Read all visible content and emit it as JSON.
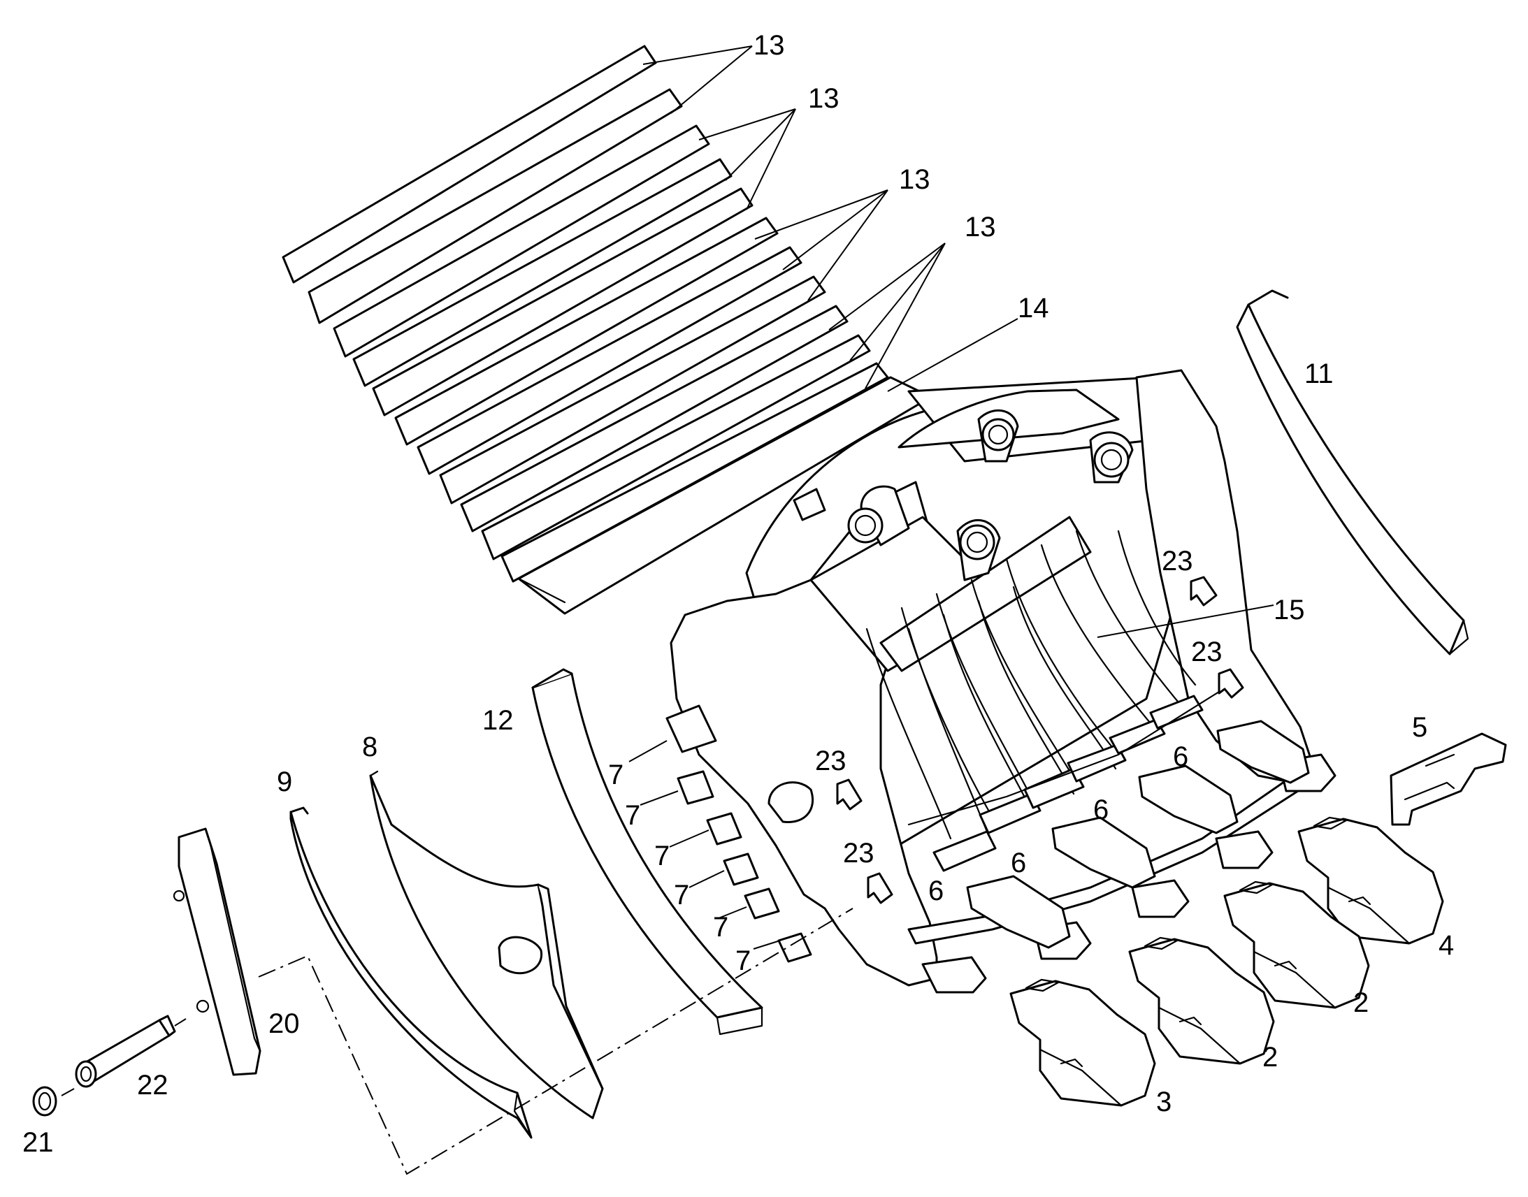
{
  "callouts": [
    {
      "id": "c13a",
      "text": "13"
    },
    {
      "id": "c13b",
      "text": "13"
    },
    {
      "id": "c13c",
      "text": "13"
    },
    {
      "id": "c13d",
      "text": "13"
    },
    {
      "id": "c14",
      "text": "14"
    },
    {
      "id": "c11",
      "text": "11"
    },
    {
      "id": "c15",
      "text": "15"
    },
    {
      "id": "c23a",
      "text": "23"
    },
    {
      "id": "c23b",
      "text": "23"
    },
    {
      "id": "c23c",
      "text": "23"
    },
    {
      "id": "c23d",
      "text": "23"
    },
    {
      "id": "c12",
      "text": "12"
    },
    {
      "id": "c5",
      "text": "5"
    },
    {
      "id": "c8",
      "text": "8"
    },
    {
      "id": "c9",
      "text": "9"
    },
    {
      "id": "c7a",
      "text": "7"
    },
    {
      "id": "c7b",
      "text": "7"
    },
    {
      "id": "c7c",
      "text": "7"
    },
    {
      "id": "c7d",
      "text": "7"
    },
    {
      "id": "c7e",
      "text": "7"
    },
    {
      "id": "c7f",
      "text": "7"
    },
    {
      "id": "c6a",
      "text": "6"
    },
    {
      "id": "c6b",
      "text": "6"
    },
    {
      "id": "c6c",
      "text": "6"
    },
    {
      "id": "c6d",
      "text": "6"
    },
    {
      "id": "c4",
      "text": "4"
    },
    {
      "id": "c2a",
      "text": "2"
    },
    {
      "id": "c2b",
      "text": "2"
    },
    {
      "id": "c3",
      "text": "3"
    },
    {
      "id": "c20",
      "text": "20"
    },
    {
      "id": "c22",
      "text": "22"
    },
    {
      "id": "c21",
      "text": "21"
    }
  ]
}
